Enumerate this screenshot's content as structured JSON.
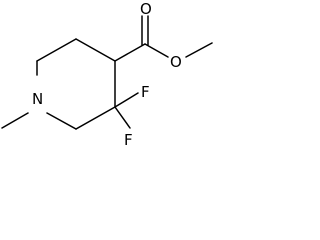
{
  "molecule": {
    "atoms": {
      "nitrogen": "N",
      "fluorine_upper": "F",
      "fluorine_lower": "F",
      "oxygen_carbonyl": "O",
      "oxygen_ester": "O"
    },
    "colors": {
      "bond": "#000000",
      "label": "#000000",
      "background": "#ffffff"
    }
  }
}
